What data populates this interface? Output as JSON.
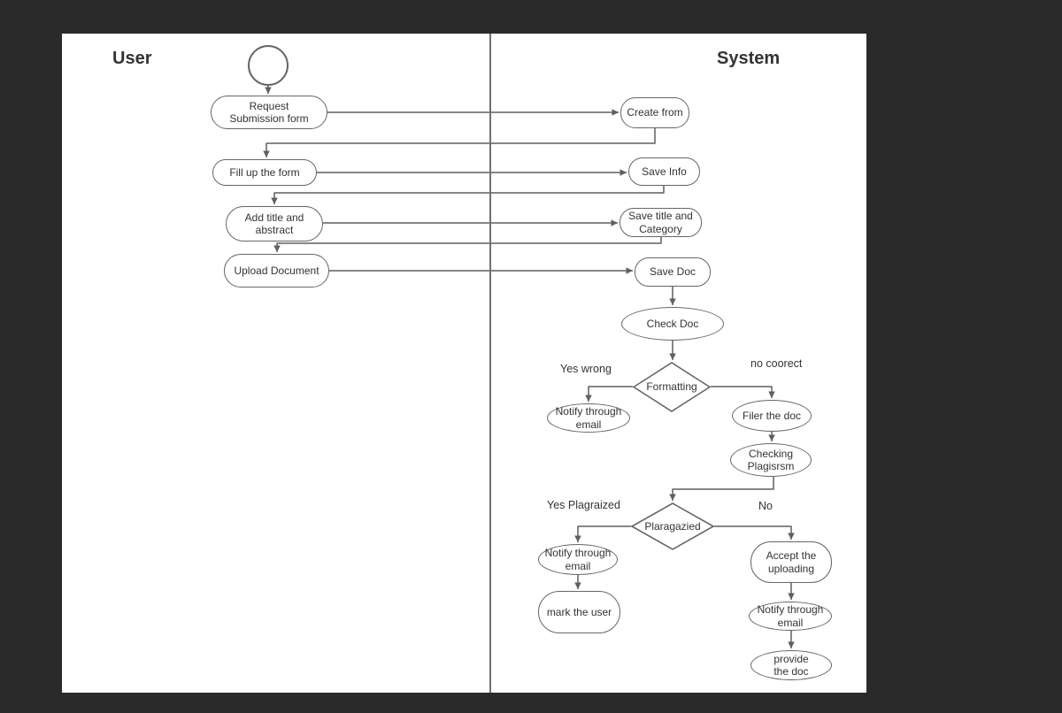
{
  "lanes": {
    "user": "User",
    "system": "System"
  },
  "nodes": {
    "request_submission_form": {
      "label": "Request\nSubmission form"
    },
    "fill_up_the_form": {
      "label": "Fill up the form"
    },
    "add_title_and_abstract": {
      "label": "Add title and\nabstract"
    },
    "upload_document": {
      "label": "Upload Document"
    },
    "create_from": {
      "label": "Create from"
    },
    "save_info": {
      "label": "Save Info"
    },
    "save_title_and_category": {
      "label": "Save title and\nCategory"
    },
    "save_doc": {
      "label": "Save Doc"
    },
    "check_doc": {
      "label": "Check Doc"
    },
    "formatting_decision": {
      "label": "Formatting"
    },
    "notify_email_formatting": {
      "label": "Notify through\nemail"
    },
    "filer_the_doc": {
      "label": "Filer the doc"
    },
    "checking_plagisrsm": {
      "label": "Checking\nPlagisrsm"
    },
    "plaragazied_decision": {
      "label": "Plaragazied"
    },
    "notify_email_plagiarized": {
      "label": "Notify through\nemail"
    },
    "mark_the_user": {
      "label": "mark the user"
    },
    "accept_the_uploading": {
      "label": "Accept the\nuploading"
    },
    "notify_email_accept": {
      "label": "Notify through\nemail"
    },
    "provide_the_doc": {
      "label": "provide\nthe doc"
    }
  },
  "branch_labels": {
    "formatting_yes": "Yes wrong",
    "formatting_no": "no coorect",
    "plagiarized_yes": "Yes Plagraized",
    "plagiarized_no": "No"
  },
  "colors": {
    "background": "#2a2a2a",
    "canvas": "#ffffff",
    "stroke": "#666666",
    "connector": "#5f5f5f",
    "text": "#333333"
  }
}
